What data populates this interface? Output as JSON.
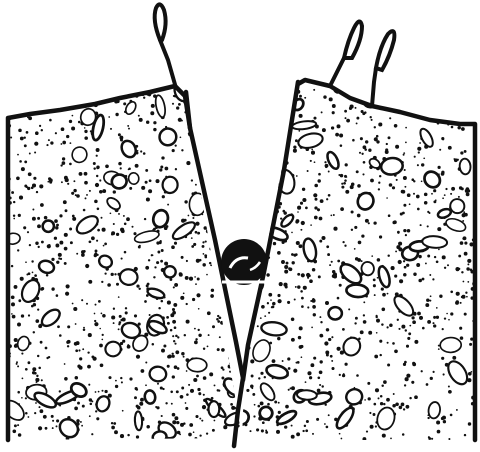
{
  "illustration": {
    "style": "black ink line drawing",
    "ink_color": "#111111",
    "background_color": "#ffffff",
    "parts": [
      "ground-block-left",
      "ground-block-right",
      "v-shaped-crack",
      "wedged-ball",
      "grass-tuft-left",
      "grass-tufts-right"
    ]
  }
}
